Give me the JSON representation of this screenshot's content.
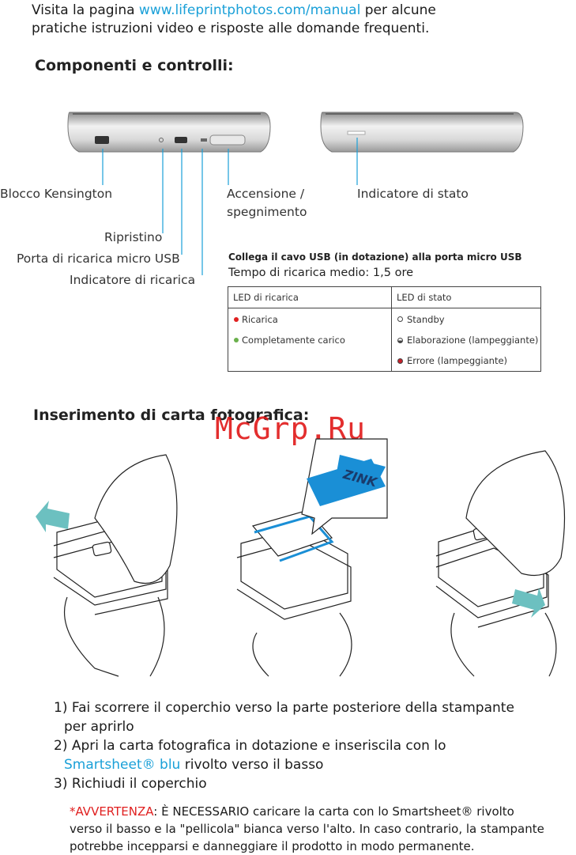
{
  "intro": {
    "pre": "Visita la pagina ",
    "link": "www.lifeprintphotos.com/manual",
    "post": " per alcune",
    "line2": "pratiche istruzioni video e risposte alle domande frequenti."
  },
  "components": {
    "heading": "Componenti e controlli:",
    "labels": {
      "kensington": "Blocco Kensington",
      "power1": "Accensione /",
      "power2": "spegnimento",
      "status": "Indicatore di stato",
      "reset": "Ripristino",
      "usb_port": "Porta di ricarica micro USB",
      "charge_led": "Indicatore di ricarica"
    }
  },
  "charging": {
    "connect": "Collega il cavo USB (in dotazione) alla porta micro USB",
    "time": "Tempo di ricarica medio: 1,5 ore",
    "table": {
      "col1": "LED di ricarica",
      "col2": "LED di stato",
      "charge_rows": [
        {
          "label": "Ricarica",
          "color": "#e02020"
        },
        {
          "label": "Completamente carico",
          "color": "#6ab04c"
        }
      ],
      "status_rows": [
        {
          "label": "Standby",
          "icon": "empty-circle-icon"
        },
        {
          "label": "Elaborazione (lampeggiante)",
          "icon": "half-circle-icon"
        },
        {
          "label": "Errore (lampeggiante)",
          "icon": "red-circle-icon"
        }
      ]
    }
  },
  "paper": {
    "heading": "Inserimento di carta fotografica:",
    "brand": "ZINK",
    "watermark": "McGrp.Ru"
  },
  "steps": {
    "s1a": "1) Fai scorrere il coperchio verso la parte posteriore della stampante",
    "s1b": "per aprirlo",
    "s2a": "2) Apri la carta fotografica in dotazione e inseriscila con lo",
    "s2b_blue": "Smartsheet® blu",
    "s2b_rest": " rivolto verso il basso",
    "s3": "3) Richiudi il coperchio"
  },
  "warning": {
    "label": "*AVVERTENZA",
    "line1": ": È NECESSARIO caricare la carta con lo Smartsheet® rivolto",
    "line2": "verso il basso e la \"pellicola\" bianca verso l'alto. In caso contrario, la stampante",
    "line3": "potrebbe incepparsi e danneggiare il prodotto in modo permanente."
  },
  "colors": {
    "accent": "#1aa0d8",
    "warning": "#e02020",
    "paper_blue": "#1a8fd6",
    "arrow_teal": "#6cc0c0"
  }
}
